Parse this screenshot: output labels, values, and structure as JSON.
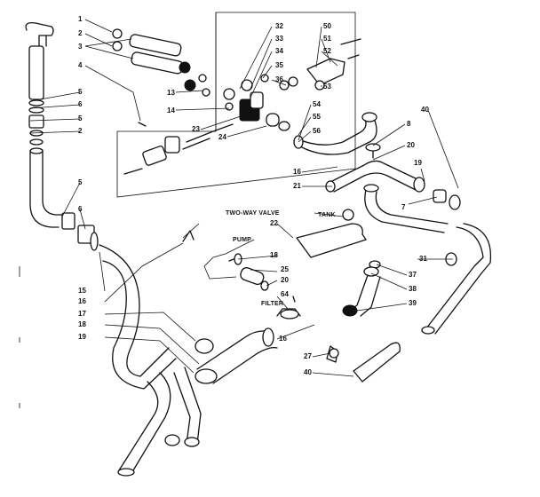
{
  "diagram": {
    "part_numbers": {
      "p1": "1",
      "p2a": "2",
      "p3": "3",
      "p4": "4",
      "p5a": "5",
      "p6a": "6",
      "p5b": "5",
      "p2b": "2",
      "p5c": "5",
      "p6b": "6",
      "p15": "15",
      "p16a": "16",
      "p17": "17",
      "p18": "18",
      "p19": "19",
      "p13": "13",
      "p14": "14",
      "p23": "23",
      "p24": "24",
      "p32": "32",
      "p33": "33",
      "p34": "34",
      "p35": "35",
      "p36": "36",
      "p50": "50",
      "p51": "51",
      "p52": "52",
      "p53": "53",
      "p54": "54",
      "p55": "55",
      "p56": "56",
      "p40a": "40",
      "p8": "8",
      "p20a": "20",
      "p19b": "19",
      "p16b": "16",
      "p21": "21",
      "p7": "7",
      "p22": "22",
      "p18b": "18",
      "p25": "25",
      "p20b": "20",
      "p64": "64",
      "p16c": "16",
      "p31": "31",
      "p37": "37",
      "p38": "38",
      "p39": "39",
      "p27": "27",
      "p40b": "40"
    },
    "names": {
      "two_way_valve": "TWO-WAY VALVE",
      "tank": "TANK",
      "pump": "PUMP",
      "filter": "FILTER"
    }
  }
}
